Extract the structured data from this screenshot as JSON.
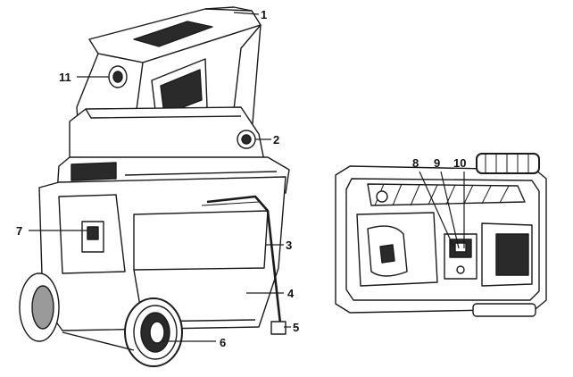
{
  "callouts": [
    {
      "id": "1",
      "label": "1"
    },
    {
      "id": "2",
      "label": "2"
    },
    {
      "id": "3",
      "label": "3"
    },
    {
      "id": "4",
      "label": "4"
    },
    {
      "id": "5",
      "label": "5"
    },
    {
      "id": "6",
      "label": "6"
    },
    {
      "id": "7",
      "label": "7"
    },
    {
      "id": "8",
      "label": "8"
    },
    {
      "id": "9",
      "label": "9"
    },
    {
      "id": "10",
      "label": "10"
    },
    {
      "id": "11",
      "label": "11"
    }
  ],
  "colors": {
    "line": "#1a1a1a",
    "fill_light": "#ffffff",
    "fill_dark": "#2a2a2a",
    "fill_mid": "#9a9a9a"
  }
}
